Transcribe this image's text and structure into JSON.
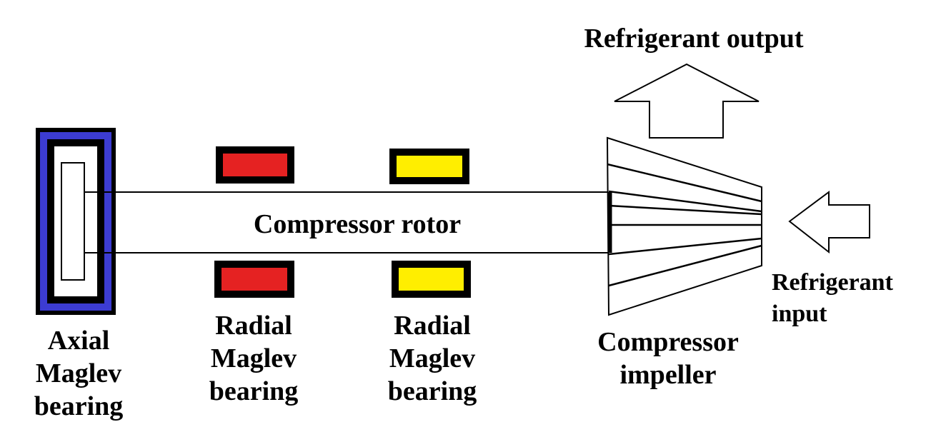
{
  "labels": {
    "refrigerant_output": "Refrigerant output",
    "compressor_rotor": "Compressor rotor",
    "refrigerant_input": [
      "Refrigerant",
      "input"
    ],
    "axial_bearing": [
      "Axial",
      "Maglev",
      "bearing"
    ],
    "radial_bearing_1": [
      "Radial",
      "Maglev",
      "bearing"
    ],
    "radial_bearing_2": [
      "Radial",
      "Maglev",
      "bearing"
    ],
    "compressor_impeller": [
      "Compressor",
      "impeller"
    ]
  },
  "colors": {
    "axial_bearing": "#3c3cd2",
    "radial_bearing_1": "#e52222",
    "radial_bearing_2": "#ffee00",
    "outline": "#000000"
  }
}
